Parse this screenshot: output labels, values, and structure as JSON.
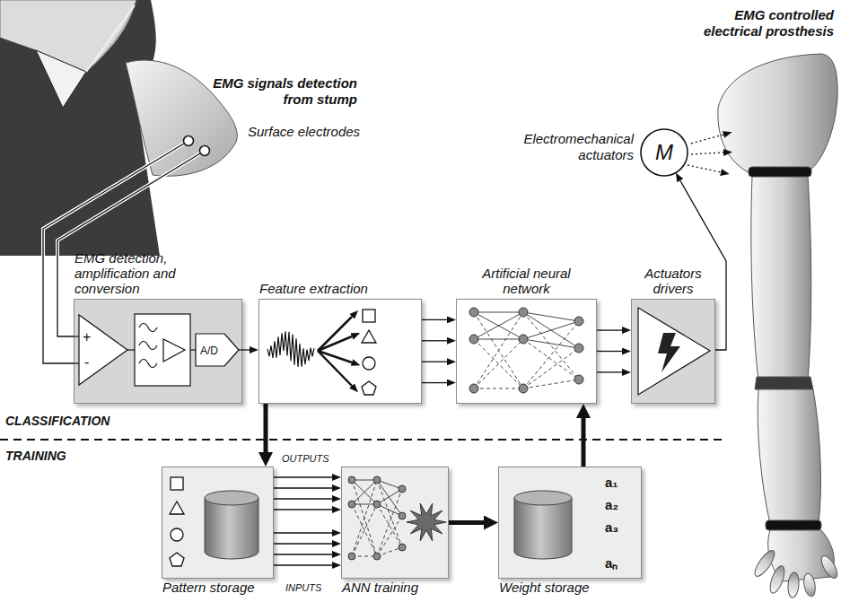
{
  "diagram": {
    "nodes": [
      {
        "text": [
          "EMG detection, amplification and conversion",
          "+",
          "-",
          "A/D"
        ]
      },
      {
        "text": [
          "Feature extraction"
        ]
      },
      {
        "text": [
          "Artificial neural network"
        ]
      },
      {
        "text": [
          "Actuators drivers"
        ]
      },
      {
        "text": [
          "M"
        ]
      },
      {
        "text": [
          "Pattern storage"
        ]
      },
      {
        "text": [
          "ANN training"
        ]
      },
      {
        "text": [
          "Weight storage",
          "a₁",
          "a₂",
          "a₃",
          "aₙ"
        ]
      }
    ],
    "edges": [
      {
        "from": 0,
        "to": 1,
        "arrow": "to"
      },
      {
        "from": 1,
        "to": 2,
        "arrow": "to"
      },
      {
        "from": 2,
        "to": 3,
        "arrow": "to"
      },
      {
        "from": 3,
        "to": 4,
        "arrow": "to"
      },
      {
        "from": 1,
        "to": 5,
        "arrow": "to"
      },
      {
        "from": 5,
        "to": 6,
        "arrow": "to"
      },
      {
        "from": 6,
        "to": 7,
        "arrow": "to"
      },
      {
        "from": 7,
        "to": 2,
        "arrow": "to"
      }
    ],
    "labels": [
      "EMG signals detection from stump",
      "Surface electrodes",
      "EMG controlled electrical prosthesis",
      "Electromechanical actuators",
      "CLASSIFICATION",
      "TRAINING",
      "OUTPUTS",
      "INPUTS"
    ]
  }
}
